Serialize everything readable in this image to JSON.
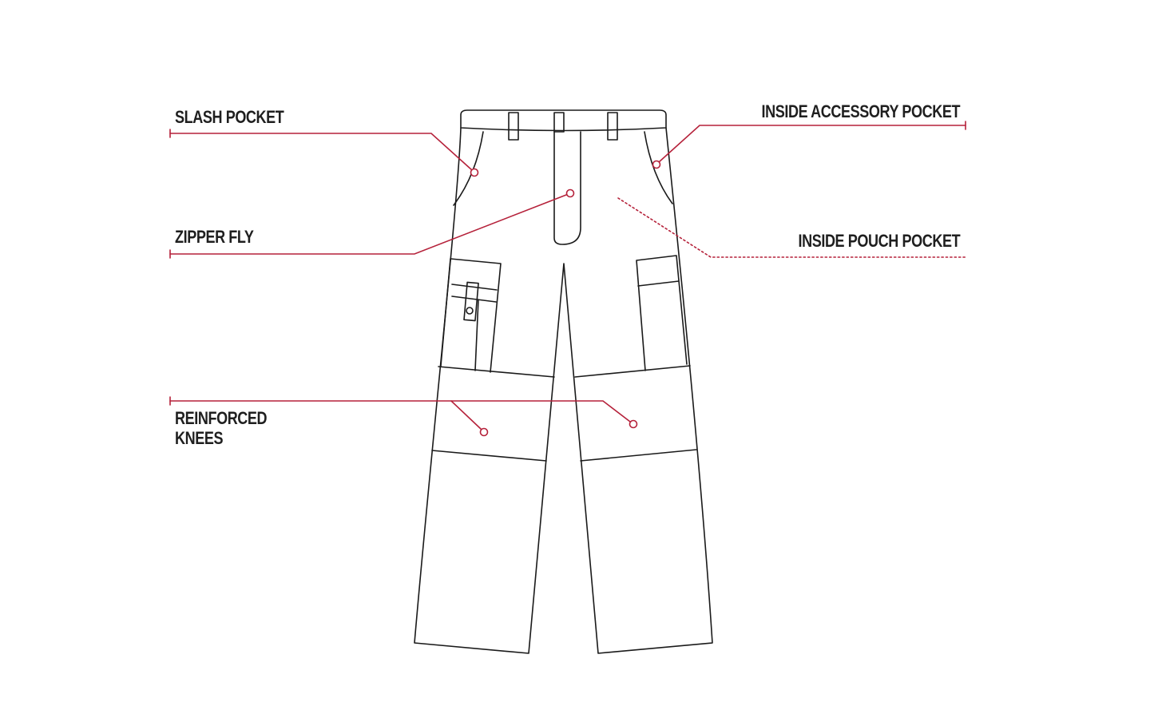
{
  "callouts": {
    "slash_pocket": "SLASH POCKET",
    "zipper_fly": "ZIPPER FLY",
    "reinforced_knees_line1": "REINFORCED",
    "reinforced_knees_line2": "KNEES",
    "inside_accessory_pocket": "INSIDE ACCESSORY POCKET",
    "inside_pouch_pocket": "INSIDE POUCH POCKET"
  },
  "colors": {
    "leader_line": "#b5213a",
    "garment_outline": "#1a1a1a",
    "text": "#1f1f1f",
    "background": "#ffffff"
  }
}
